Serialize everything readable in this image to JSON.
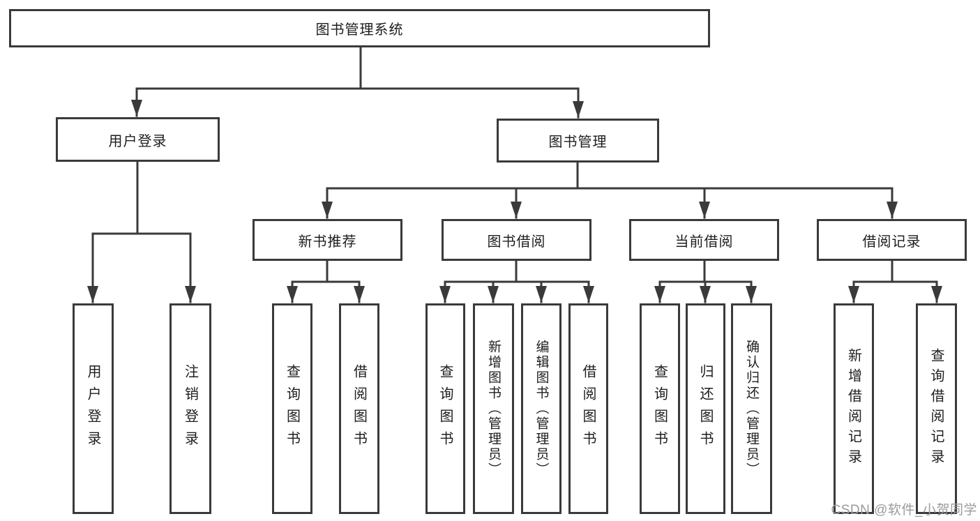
{
  "diagram": {
    "type": "hierarchy-tree",
    "title": "图书管理系统",
    "colors": {
      "line": "#3a3a3a",
      "border": "#3a3a3a",
      "text": "#1e1e1e",
      "background": "#ffffff",
      "watermark_text_color": "#9b9b9b"
    },
    "tree": {
      "root": {
        "label": "图书管理系统",
        "children": [
          {
            "label": "用户登录",
            "children": [
              {
                "label": "用户登录"
              },
              {
                "label": "注销登录"
              }
            ]
          },
          {
            "label": "图书管理",
            "children": [
              {
                "label": "新书推荐",
                "children": [
                  {
                    "label": "查询图书"
                  },
                  {
                    "label": "借阅图书"
                  }
                ]
              },
              {
                "label": "图书借阅",
                "children": [
                  {
                    "label": "查询图书"
                  },
                  {
                    "label": "新增图书（管理员）"
                  },
                  {
                    "label": "编辑图书（管理员）"
                  },
                  {
                    "label": "借阅图书"
                  }
                ]
              },
              {
                "label": "当前借阅",
                "children": [
                  {
                    "label": "查询图书"
                  },
                  {
                    "label": "归还图书"
                  },
                  {
                    "label": "确认归还（管理员）"
                  }
                ]
              },
              {
                "label": "借阅记录",
                "children": [
                  {
                    "label": "新增借阅记录"
                  },
                  {
                    "label": "查询借阅记录"
                  }
                ]
              }
            ]
          }
        ]
      }
    },
    "watermark": "CSDN @软件_小贺同学"
  }
}
